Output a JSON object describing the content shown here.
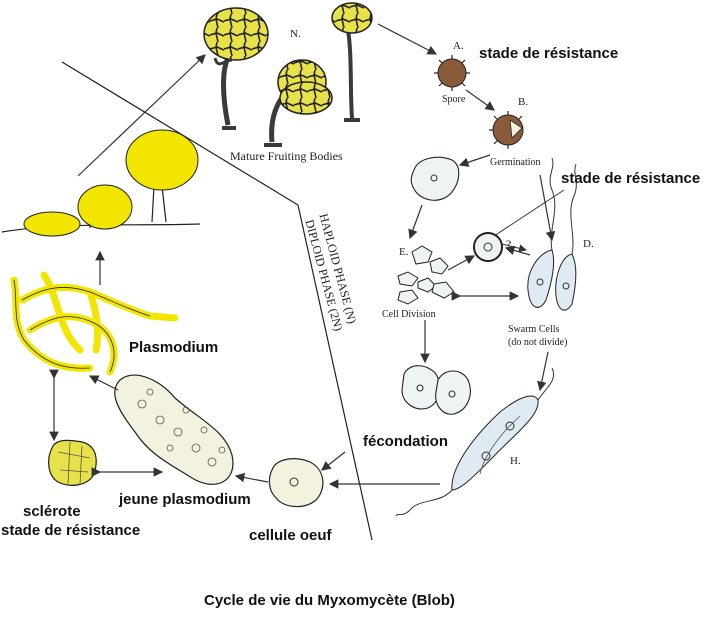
{
  "caption": "Cycle de vie du Myxomycète (Blob)",
  "phases": {
    "haploid": "HAPLOID PHASE (N)",
    "diploid": "DIPLOID PHASE (2N)"
  },
  "english_labels": {
    "mature_fruiting_bodies": "Mature Fruiting Bodies",
    "spore": "Spore",
    "germination": "Germination",
    "cell_division": "Cell Division",
    "swarm_cells": "Swarm Cells",
    "do_not_divide": "(do not divide)",
    "question": "?"
  },
  "stage_letters": {
    "a": "A.",
    "b": "B.",
    "d": "D.",
    "e": "E.",
    "h": "H.",
    "n": "N."
  },
  "french_labels": {
    "resistance_spore": "stade de résistance",
    "resistance_cyst": "stade de résistance",
    "plasmodium": "Plasmodium",
    "fecondation": "fécondation",
    "jeune_plasmodium": "jeune plasmodium",
    "cellule_oeuf": "cellule oeuf",
    "sclerote": "sclérote",
    "sclerote_resistance": "stade de résistance"
  },
  "colors": {
    "plasmodium_yellow": "#f2e600",
    "fruiting_yellow": "#e8e24a",
    "stalk": "#3a3a3a",
    "cell_fill": "#eef4f4",
    "line": "#333333"
  }
}
